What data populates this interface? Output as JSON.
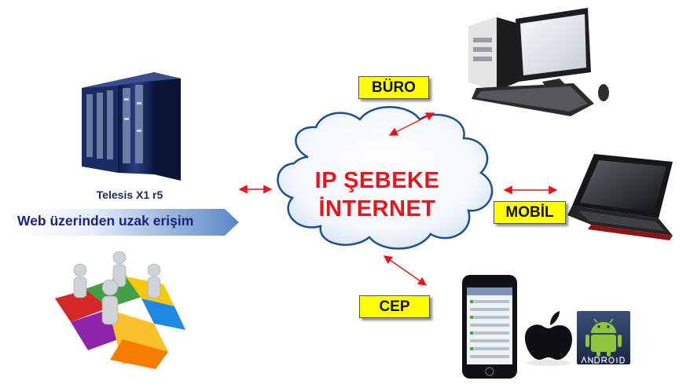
{
  "network": {
    "line1": "IP ŞEBEKE",
    "line2": "İNTERNET"
  },
  "labels": {
    "office": "BÜRO",
    "mobile": "MOBİL",
    "phone": "CEP"
  },
  "server": {
    "caption": "Telesis X1 r5"
  },
  "banner": {
    "text": "Web üzerinden uzak erişim"
  },
  "colors": {
    "accent_red": "#e8141e",
    "label_yellow": "#ffff00",
    "banner_blue": "#1a237e",
    "cloud_outline": "#1f4f8f"
  },
  "icons": [
    "server-rack-icon",
    "desktop-computer-icon",
    "laptop-icon",
    "smartphone-icon",
    "apple-logo-icon",
    "android-logo-icon",
    "team-puzzle-icon",
    "cloud-icon",
    "double-arrow-icon"
  ]
}
